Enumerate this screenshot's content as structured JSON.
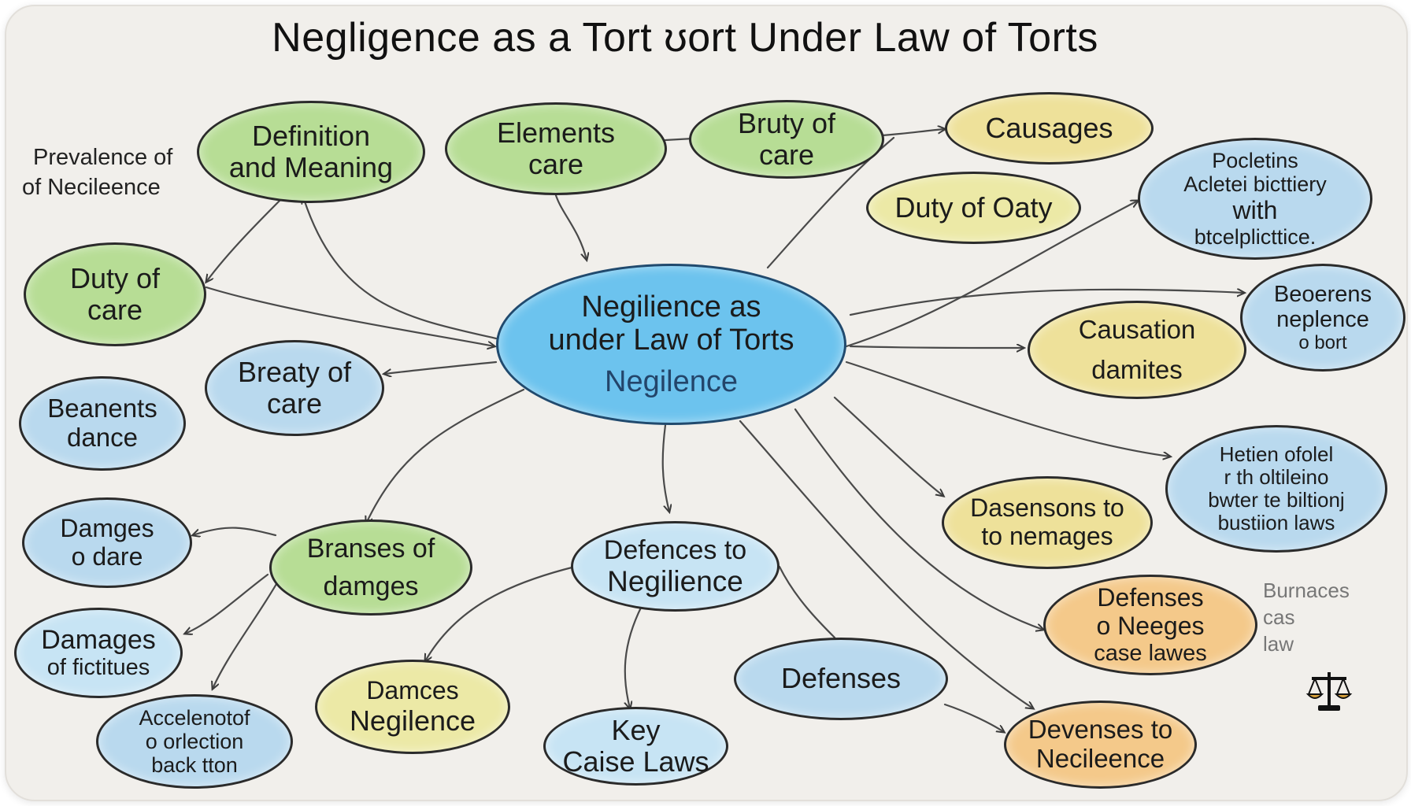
{
  "title": "Negligence as a Tort ʊort Under Law of Torts",
  "notes": {
    "prevalence": [
      "Prevalence of",
      "of Necileence"
    ],
    "burnaces": [
      "Burnaces",
      "cas",
      "law"
    ]
  },
  "center": {
    "line1": "Negilience as",
    "line2": "under Law of Torts",
    "line3": "Negilence"
  },
  "nodes": {
    "definition": [
      "Definition",
      "and Meaning"
    ],
    "elements": [
      "Elements",
      "care"
    ],
    "bruty": [
      "Bruty of",
      "care"
    ],
    "causages": [
      "Causages"
    ],
    "duty_oaty": [
      "Duty of Oaty"
    ],
    "pocketing": [
      "Pocletins",
      "Acletei bicttiery",
      "with",
      "btcelplicttice."
    ],
    "duty_care": [
      "Duty of",
      "care"
    ],
    "beoerens": [
      "Beoerens",
      "neplence",
      "o bort"
    ],
    "causation": [
      "Causation",
      "damites"
    ],
    "breaty": [
      "Breaty of",
      "care"
    ],
    "beanents": [
      "Beanents",
      "dance"
    ],
    "hetien": [
      "Hetien ofolel",
      "r th oltileino",
      "bwter te biltionj",
      "bustiion laws"
    ],
    "dasensons": [
      "Dasensons to",
      "to nemages"
    ],
    "damges_dare": [
      "Damges",
      "o dare"
    ],
    "branses": [
      "Branses of",
      "damges"
    ],
    "defenses_negilience": [
      "Defences to",
      "Negilience"
    ],
    "damages_fictitues": [
      "Damages",
      "of fictitues"
    ],
    "defenses_neges": [
      "Defenses",
      "o Neeges",
      "case lawes"
    ],
    "acceleration": [
      "Accelenotof",
      "o orlection",
      "back tton"
    ],
    "damces_negilence": [
      "Damces",
      "Negilence"
    ],
    "key_cases": [
      "Key",
      "Caise Laws"
    ],
    "defenses": [
      "Defenses"
    ],
    "devenses_necileence": [
      "Devenses to",
      "Necileence"
    ]
  },
  "icons": {
    "scales": "scales-of-justice-icon"
  },
  "colors": {
    "green": "#b7dd95",
    "yellow": "#eee19a",
    "blue": "#b9d9ee",
    "orange": "#f4c98a",
    "center": "#6cc3ee",
    "background": "#f1efeb"
  }
}
